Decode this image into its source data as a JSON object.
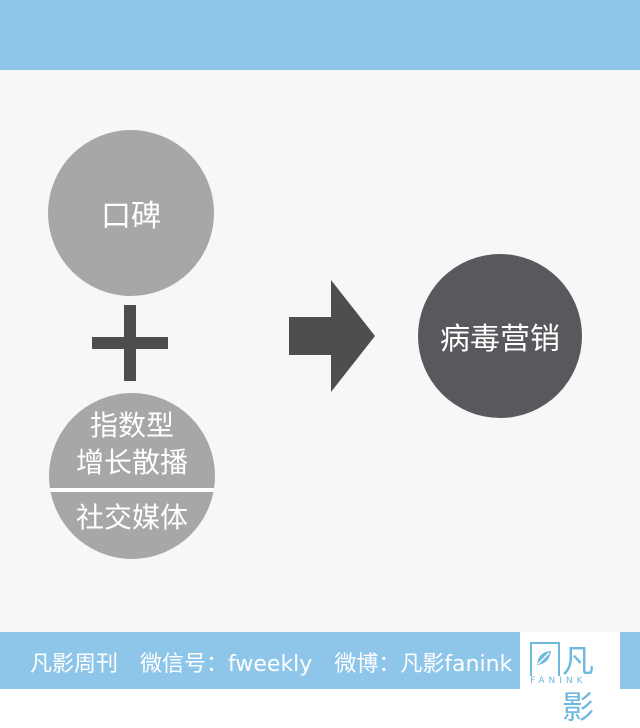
{
  "diagram": {
    "word_of_mouth": "口碑",
    "growth_line1": "指数型",
    "growth_line2": "增长散播",
    "social_media": "社交媒体",
    "result": "病毒营销"
  },
  "footer": {
    "journal": "凡影周刊",
    "wechat": "微信号：fweekly",
    "weibo": "微博：凡影fanink"
  },
  "logo": {
    "text": "凡影",
    "sub": "FANINK"
  },
  "colors": {
    "band": "#8ec6ea",
    "light_circle": "#a7a7a7",
    "dark_circle": "#59585d",
    "symbol": "#4e4e4e"
  }
}
